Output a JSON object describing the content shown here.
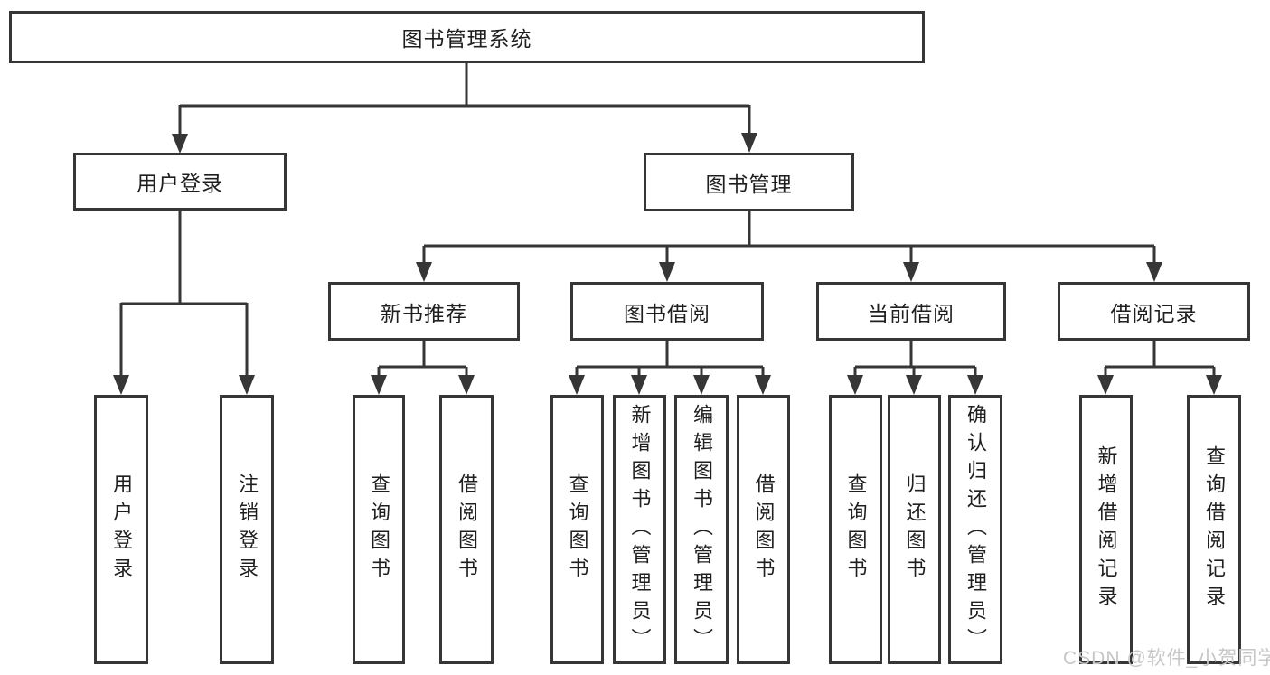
{
  "diagram_title": "图书管理系统",
  "tree": {
    "root": {
      "label": "图书管理系统"
    },
    "user_login": {
      "label": "用户登录",
      "leaves": {
        "login": {
          "label": "用户登录"
        },
        "logout": {
          "label": "注销登录"
        }
      }
    },
    "book_management": {
      "label": "图书管理",
      "new_book_recommend": {
        "label": "新书推荐",
        "leaves": {
          "query_books": {
            "label": "查询图书"
          },
          "borrow_books": {
            "label": "借阅图书"
          }
        }
      },
      "book_borrowing": {
        "label": "图书借阅",
        "leaves": {
          "query_books": {
            "label": "查询图书"
          },
          "add_books": {
            "label": "新增图书（管理员）"
          },
          "edit_books": {
            "label": "编辑图书（管理员）"
          },
          "borrow_books": {
            "label": "借阅图书"
          }
        }
      },
      "current_borrowing": {
        "label": "当前借阅",
        "leaves": {
          "query_books": {
            "label": "查询图书"
          },
          "return_books": {
            "label": "归还图书"
          },
          "confirm_return": {
            "label": "确认归还（管理员）"
          }
        }
      },
      "borrowing_records": {
        "label": "借阅记录",
        "leaves": {
          "add_record": {
            "label": "新增借阅记录"
          },
          "query_record": {
            "label": "查询借阅记录"
          }
        }
      }
    }
  },
  "watermark": {
    "text": "CSDN @软件_小贺同学"
  },
  "colors": {
    "line": "#363636",
    "box_border": "#363636",
    "text": "#1f1f1f",
    "watermark": "#c7c7c7",
    "background": "#ffffff"
  }
}
